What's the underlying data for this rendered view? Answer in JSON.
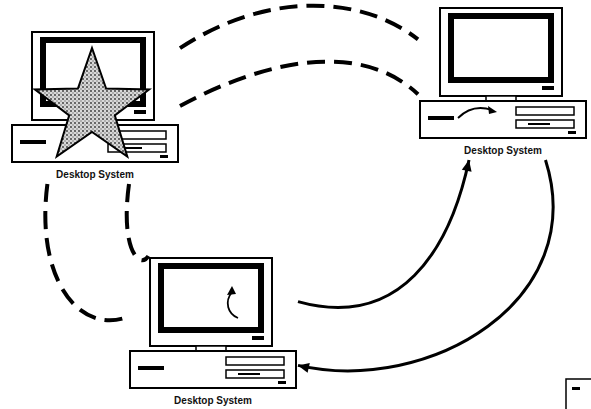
{
  "diagram": {
    "nodes": [
      {
        "text": [
          "Desktop System"
        ]
      },
      {
        "text": [
          "Desktop System"
        ]
      },
      {
        "text": [
          "Desktop System"
        ]
      }
    ],
    "edges": [
      {
        "from": 0,
        "to": 1,
        "arrow": "none"
      },
      {
        "from": 0,
        "to": 1,
        "arrow": "none"
      },
      {
        "from": 0,
        "to": 2,
        "arrow": "none"
      },
      {
        "from": 0,
        "to": 2,
        "arrow": "none"
      },
      {
        "from": 2,
        "to": 1,
        "arrow": "to"
      },
      {
        "from": 1,
        "to": 2,
        "arrow": "to"
      }
    ]
  }
}
